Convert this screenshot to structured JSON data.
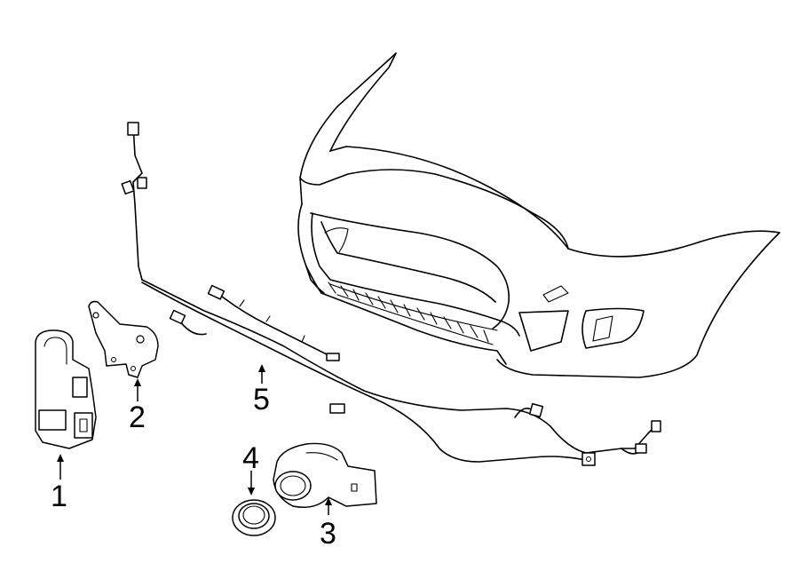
{
  "callouts": [
    {
      "id": "1",
      "label": "1",
      "part": "control-module"
    },
    {
      "id": "2",
      "label": "2",
      "part": "mounting-bracket"
    },
    {
      "id": "3",
      "label": "3",
      "part": "park-assist-sensor"
    },
    {
      "id": "4",
      "label": "4",
      "part": "sensor-retainer-ring"
    },
    {
      "id": "5",
      "label": "5",
      "part": "wiring-harness"
    }
  ]
}
